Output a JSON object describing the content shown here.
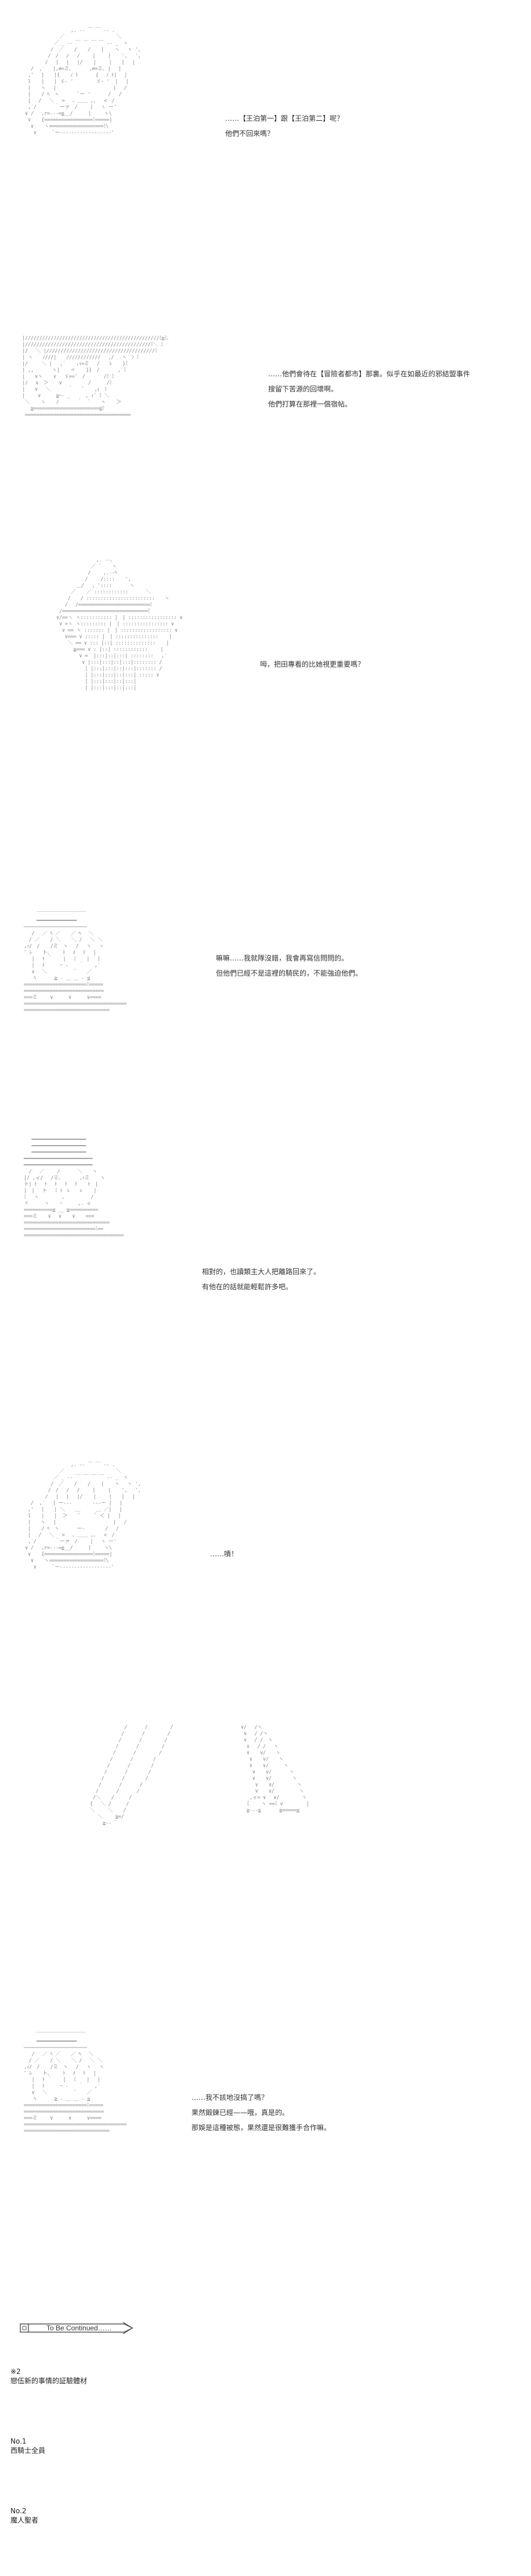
{
  "panels": [
    {
      "lines": [
        "……【王泊第一】跟【王泊第二】呢？",
        "他們不回來嗎？"
      ]
    },
    {
      "lines": [
        "……他們會待在【冒險者都市】那裏。似乎在如最近的邪結盟事件",
        "搜留下苦源的回壞啊。",
        "他們打算在那裡一償宿帖。"
      ]
    },
    {
      "lines": [
        "呣，把田專看的比她視更重要嗎？"
      ]
    },
    {
      "lines": [
        "嘛嘛……我就隊沒錯，我會再寫信問問的。",
        "但他們已經不是這裡的騎民的，不能強迫他們。"
      ]
    },
    {
      "lines": [
        "相對的，也讀類主大人把離路回來了。",
        "有他在的話就能輕鬆許多吧。"
      ]
    },
    {
      "lines": [
        "……嘖！"
      ]
    },
    {
      "lines": []
    },
    {
      "lines": [
        "……我不該地沒搞了嗎？",
        "果然鍛鍊已經——哦，真是的。",
        "那娛是這種被態，果然還是很難獲手合作嘛。"
      ]
    }
  ],
  "to_be_continued": "To Be Continued……",
  "notes": [
    {
      "label": "※2",
      "text": "戀伍新的事情的証驗體材"
    },
    {
      "label": "No.1",
      "text": "西騎士全員"
    },
    {
      "label": "No.2",
      "text": "魔人聖者"
    }
  ]
}
